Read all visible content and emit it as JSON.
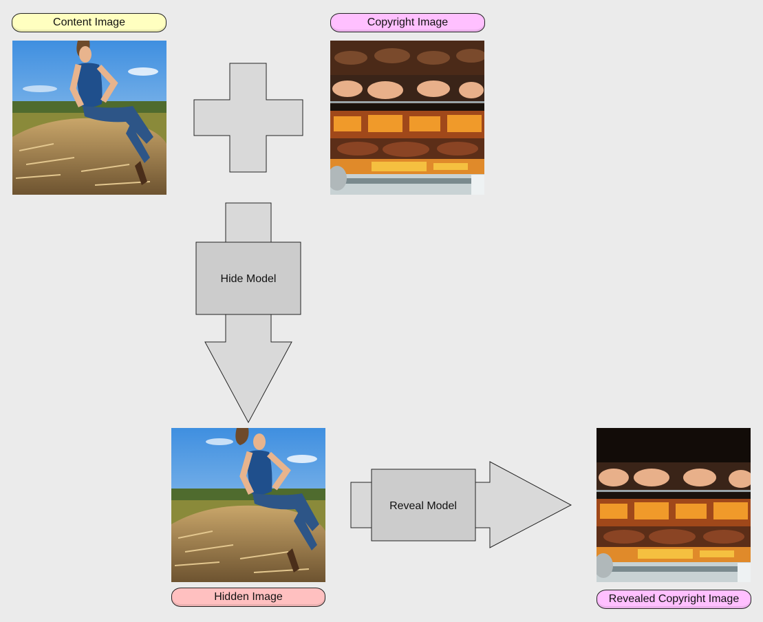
{
  "labels": {
    "content_image": "Content Image",
    "copyright_image": "Copyright Image",
    "hidden_image": "Hidden Image",
    "revealed_image": "Revealed Copyright Image"
  },
  "models": {
    "hide": "Hide Model",
    "reveal": "Reveal Model"
  },
  "colors": {
    "content_label": "#ffffc0",
    "copyright_label": "#ffc0ff",
    "hidden_label": "#ffc0c0",
    "revealed_label": "#ffc0ff",
    "shape_fill": "#d9d9d9",
    "model_fill": "#cccccc"
  },
  "icons": {
    "plus": "plus-icon",
    "down_arrow": "down-arrow-icon",
    "right_arrow": "right-arrow-icon"
  }
}
